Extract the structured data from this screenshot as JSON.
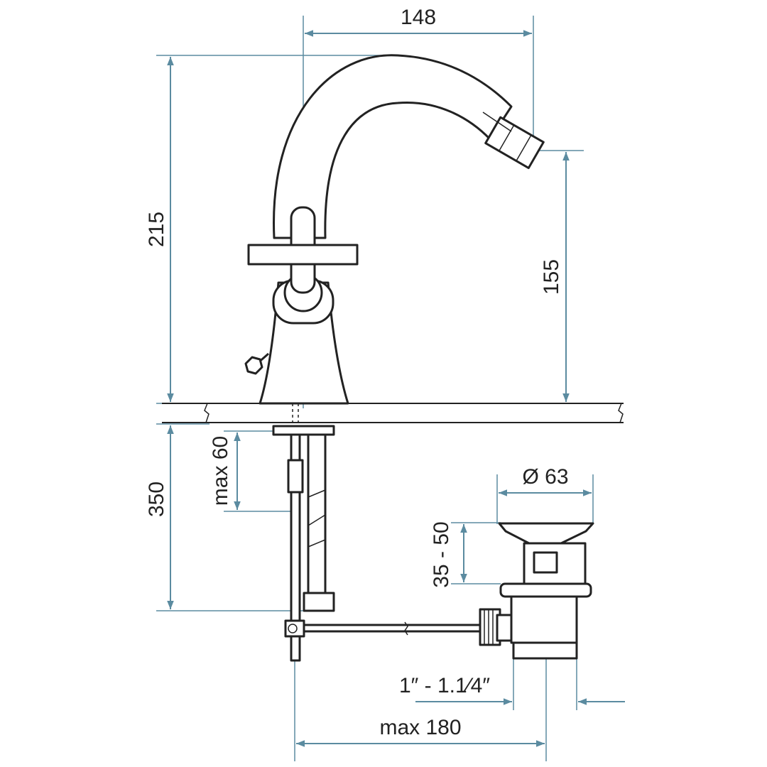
{
  "title": "Bidet mixer dimension drawing",
  "dimensions": {
    "spout_reach": "148",
    "total_height": "215",
    "spout_height": "155",
    "deck_thickness": "max 60",
    "hose_length": "350",
    "waste_diameter": "Ø 63",
    "waste_height": "35 - 50",
    "waste_thread": "1″ - 1.1⁄4″",
    "rod_length": "max 180"
  },
  "colors": {
    "dimension": "#5b8ba0",
    "outline": "#222222"
  }
}
